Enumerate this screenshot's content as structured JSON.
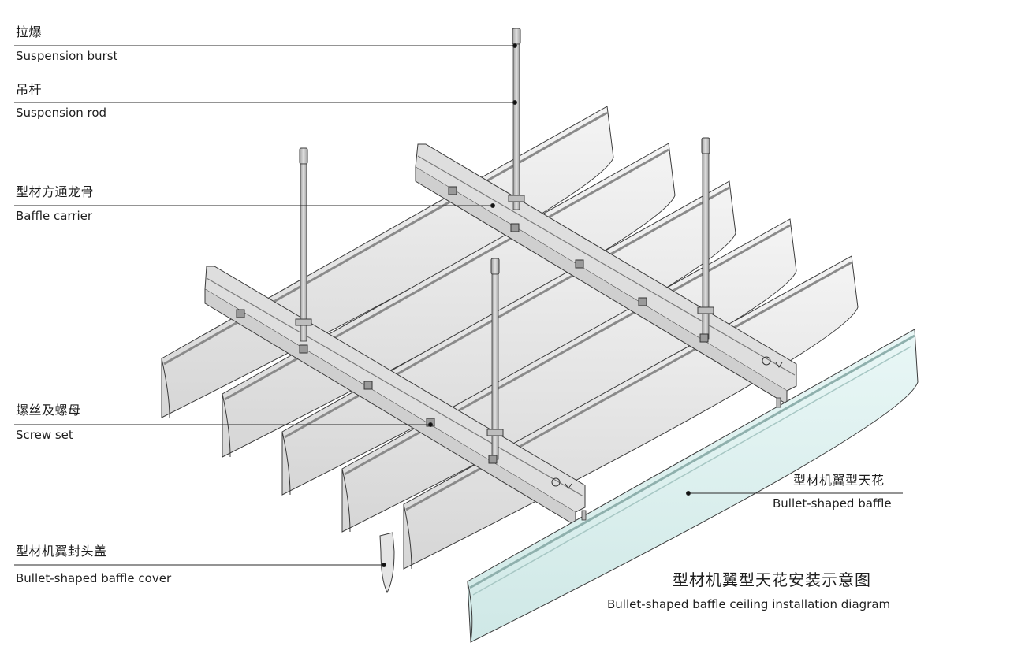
{
  "labels": {
    "suspension_burst": {
      "zh": "拉爆",
      "en": "Suspension burst"
    },
    "suspension_rod": {
      "zh": "吊杆",
      "en": "Suspension  rod"
    },
    "baffle_carrier": {
      "zh": "型材方通龙骨",
      "en": "Baffle carrier"
    },
    "screw_set": {
      "zh": "螺丝及螺母",
      "en": "Screw set"
    },
    "baffle_cover": {
      "zh": "型材机翼封头盖",
      "en": "Bullet-shaped baffle cover"
    },
    "baffle": {
      "zh": "型材机翼型天花",
      "en": "Bullet-shaped baffle"
    }
  },
  "title": {
    "zh": "型材机翼型天花安装示意图",
    "en": "Bullet-shaped baffle ceiling installation diagram"
  },
  "colors": {
    "baffle_fill": "#e5e5e5",
    "highlight_baffle_fill": "#d9efee",
    "carrier_fill": "#dedede",
    "rod_fill": "#c9c9c9",
    "outline": "#3a3a3a",
    "leader": "#2a2a2a"
  }
}
